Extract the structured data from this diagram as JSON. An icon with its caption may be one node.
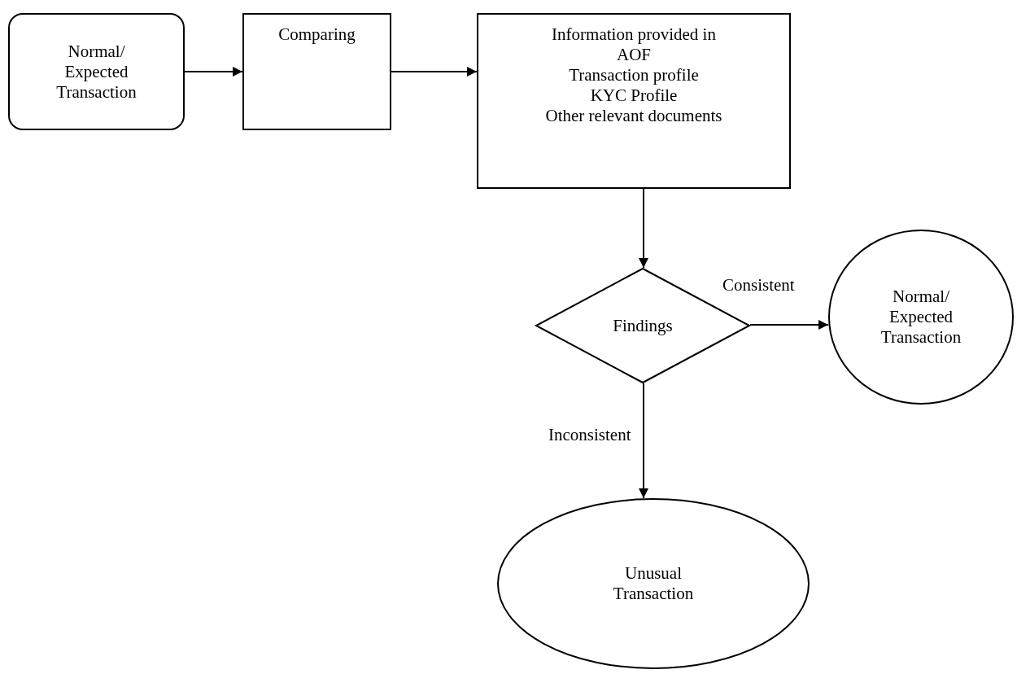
{
  "diagram": {
    "nodes": [
      {
        "text": [
          "Normal/ Expected Transaction"
        ]
      },
      {
        "text": [
          "Comparing"
        ]
      },
      {
        "text": [
          "Information provided in AOF",
          "Transaction profile",
          "KYC Profile",
          "Other relevant documents"
        ]
      },
      {
        "text": [
          "Findings"
        ]
      },
      {
        "text": [
          "Normal/ Expected Transaction"
        ]
      },
      {
        "text": [
          "Unusual Transaction"
        ]
      }
    ],
    "edges": [
      {
        "from": 0,
        "to": 1,
        "arrow": "to"
      },
      {
        "from": 1,
        "to": 2,
        "arrow": "to"
      },
      {
        "from": 2,
        "to": 3,
        "arrow": "to"
      },
      {
        "from": 3,
        "to": 4,
        "arrow": "to",
        "label": "Consistent"
      },
      {
        "from": 3,
        "to": 5,
        "arrow": "to",
        "label": "Inconsistent"
      }
    ]
  }
}
